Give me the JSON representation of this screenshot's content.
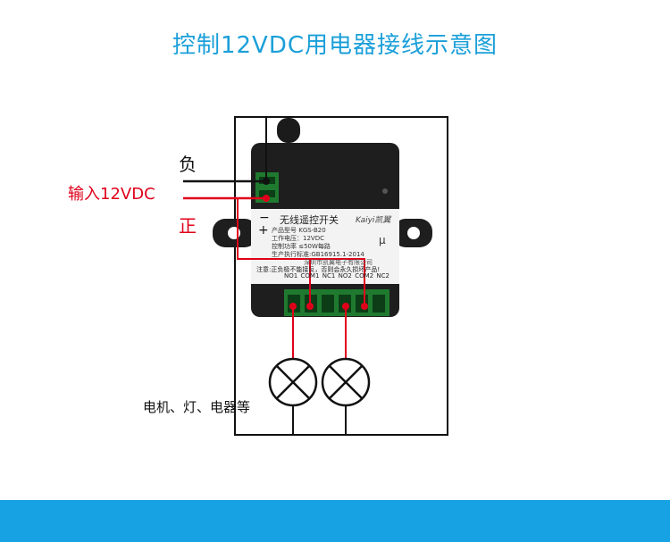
{
  "title": "控制12VDC用电器接线示意图",
  "labels": {
    "negative": "负",
    "input": "输入12VDC",
    "positive": "正",
    "loads": "电机、灯、电器等"
  },
  "module": {
    "minus_sign": "−",
    "plus_sign": "+",
    "name": "无线遥控开关",
    "brand": "Kaiyi凯翼",
    "model": "产品型号 KGS-B20",
    "voltage": "工作电压：12VDC",
    "power": "控制功率 ≤50W每路",
    "standard": "生产执行标准:GB16915.1-2014",
    "maker": "深圳市凯翼电子有限公司",
    "warning": "注意:正负极不能接反，否则会永久损坏产品!",
    "terminals": [
      "NO1",
      "COM1",
      "NC1",
      "NO2",
      "COM2",
      "NC2"
    ],
    "relay_mark": "μ"
  },
  "colors": {
    "title": "#1a9fd9",
    "input_label": "#e0001a",
    "wire_red": "#e0001a",
    "wire_black": "#111111",
    "bar": "#17a2e3"
  }
}
